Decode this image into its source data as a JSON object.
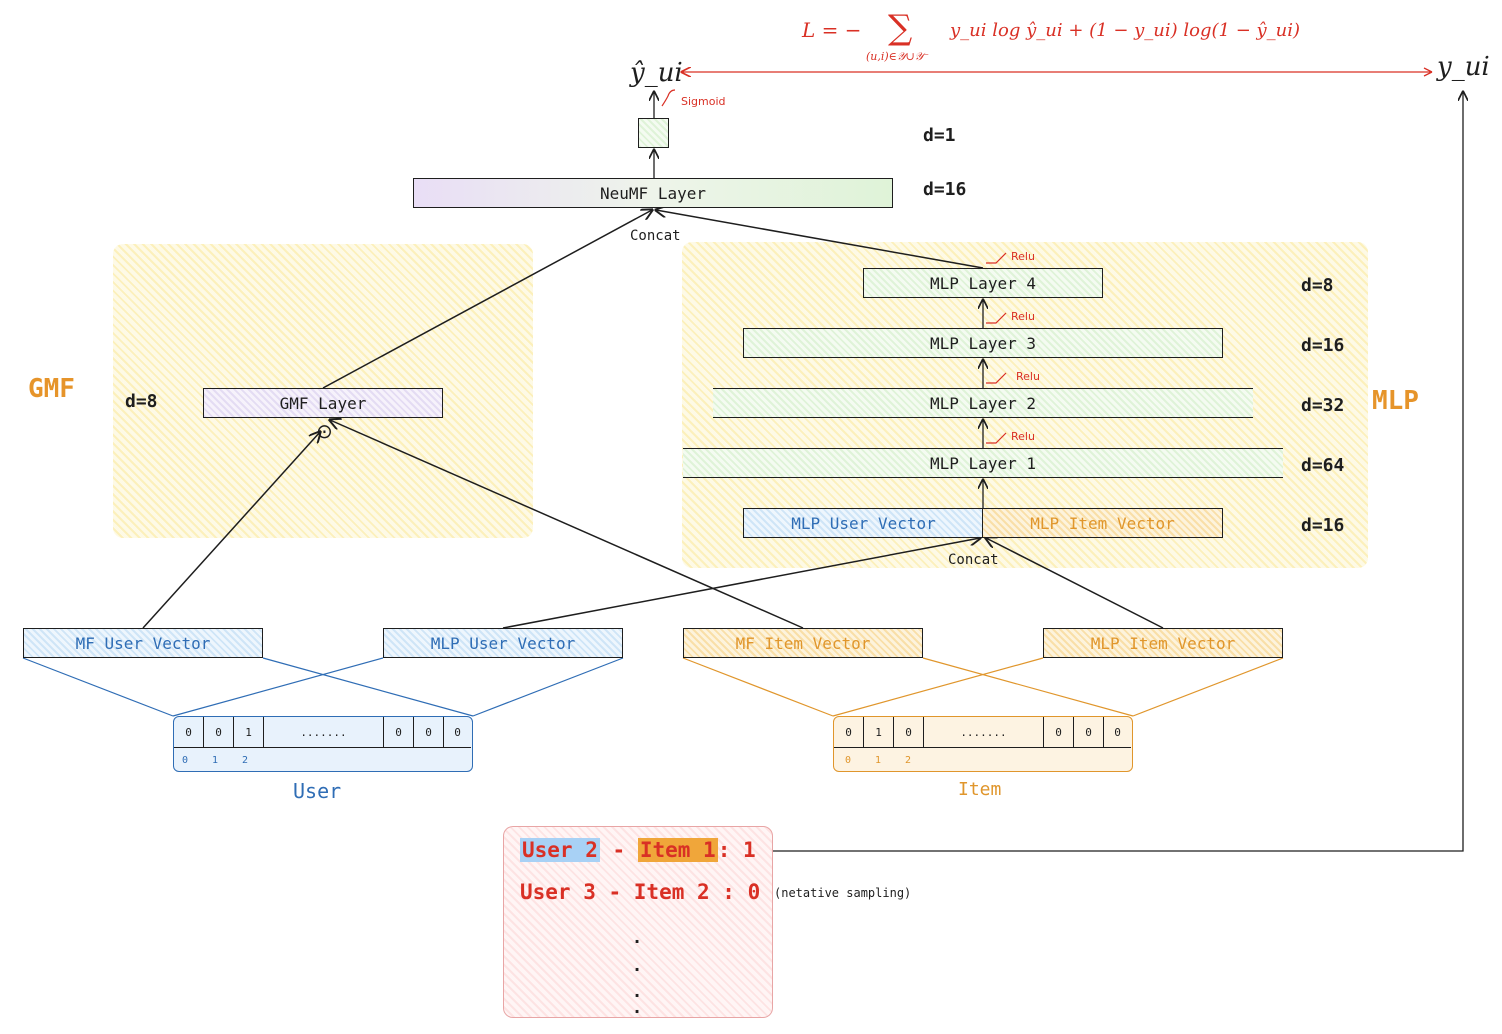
{
  "loss_formula": "L = − Σ(u,i)∈𝒴∪𝒴⁻ y_ui log ŷ_ui + (1 − y_ui) log(1 − ŷ_ui)",
  "loss_parts": {
    "lhs": "L = −",
    "sum_symbol": "∑",
    "sum_sub": "(u,i)∈𝒴∪𝒴⁻",
    "rhs": "y_ui log ŷ_ui + (1 − y_ui) log(1 − ŷ_ui)"
  },
  "y_hat_label": "ŷ_ui",
  "y_label": "y_ui",
  "sigmoid_label": "Sigmoid",
  "dims": {
    "output": "d=1",
    "neumf": "d=16",
    "gmf": "d=8",
    "mlp4": "d=8",
    "mlp3": "d=16",
    "mlp2": "d=32",
    "mlp1": "d=64",
    "mlp_concat": "d=16"
  },
  "layers": {
    "neumf": "NeuMF Layer",
    "gmf": "GMF Layer",
    "mlp4": "MLP Layer 4",
    "mlp3": "MLP Layer 3",
    "mlp2": "MLP Layer 2",
    "mlp1": "MLP Layer 1"
  },
  "concat_top": "Concat",
  "concat_mid": "Concat",
  "relu": "Relu",
  "hadamard": "⊙",
  "sections": {
    "gmf": "GMF",
    "mlp": "MLP"
  },
  "vectors": {
    "mlp_user_concat": "MLP User Vector",
    "mlp_item_concat": "MLP Item Vector",
    "mf_user": "MF User Vector",
    "mlp_user": "MLP User Vector",
    "mf_item": "MF Item Vector",
    "mlp_item": "MLP Item Vector"
  },
  "user_onehot": {
    "cells": [
      "0",
      "0",
      "1",
      ".......",
      "0",
      "0",
      "0"
    ],
    "indices": [
      "0",
      "1",
      "2"
    ],
    "label": "User"
  },
  "item_onehot": {
    "cells": [
      "0",
      "1",
      "0",
      ".......",
      "0",
      "0",
      "0"
    ],
    "indices": [
      "0",
      "1",
      "2"
    ],
    "label": "Item"
  },
  "samples": {
    "row1": {
      "user": "User 2",
      "sep": "-",
      "item": "Item 1",
      "value": ": 1"
    },
    "row2": {
      "text": "User 3 - Item 2 : 0",
      "note": "(netative sampling)"
    },
    "dots": [
      ".",
      ".",
      ".",
      "."
    ]
  },
  "colors": {
    "red": "#d93025",
    "blue": "#2f6db5",
    "orange": "#e0962c",
    "section_label": "#e6942a"
  }
}
